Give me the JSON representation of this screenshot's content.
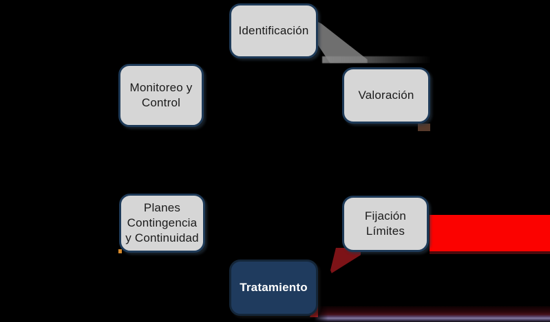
{
  "diagram": {
    "background_color": "#000000",
    "nodes": [
      {
        "id": "identificacion",
        "label": "Identificación",
        "variant": "light"
      },
      {
        "id": "valoracion",
        "label": "Valoración",
        "variant": "light"
      },
      {
        "id": "monitoreo-y-control",
        "label": "Monitoreo y\nControl",
        "variant": "light"
      },
      {
        "id": "fijacion-limites",
        "label": "Fijación\nLímites",
        "variant": "light"
      },
      {
        "id": "planes-contingencia",
        "label": "Planes\nContingencia\ny Continuidad",
        "variant": "light"
      },
      {
        "id": "tratamiento",
        "label": "Tratamiento",
        "variant": "dark"
      }
    ],
    "colors": {
      "node_fill": "#d6d6d6",
      "node_border": "#1e3a58",
      "identificacion_border": "#2e2e2e",
      "node_text": "#1a1a1a",
      "dark_node_fill": "#1f3b5e",
      "dark_node_text": "#ffffff",
      "red_arrow": "#fb0200",
      "dark_red_arrowhead": "#7d1317",
      "connector_shadow": "#878787",
      "bottom_strip_purple": "#867ba1",
      "background": "#000000"
    }
  }
}
